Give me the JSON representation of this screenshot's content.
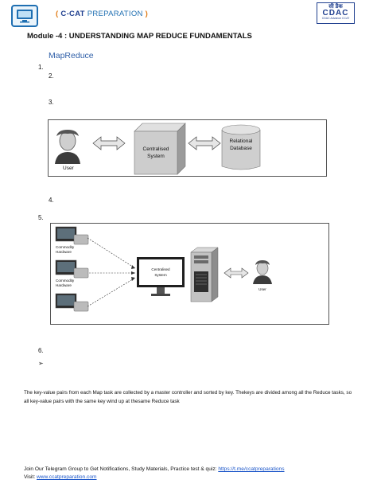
{
  "header": {
    "brand_open": "(",
    "brand_name_bold": "C-CAT",
    "brand_name_rest": "PREPARATION",
    "brand_close": ")",
    "partner_logo_hindi": "सी डैक",
    "partner_logo_text": "CDAC",
    "partner_logo_sub": "CDAC Advance CCAT"
  },
  "module_title": "Module -4 : UNDERSTANDING MAP REDUCE FUNDAMENTALS",
  "section_title": "MapReduce",
  "list_numbers": [
    "1.",
    "2.",
    "3.",
    "4.",
    "5.",
    "6."
  ],
  "diagram1": {
    "user_label": "User",
    "center_label_line1": "Centralised",
    "center_label_line2": "System",
    "db_label_line1": "Relational",
    "db_label_line2": "Database"
  },
  "diagram2": {
    "commodity_label_line1": "Commodity",
    "commodity_label_line2": "Hardware",
    "center_label_line1": "Centralised",
    "center_label_line2": "System",
    "user_label": "User"
  },
  "bullet_symbol": "➢",
  "paragraph": "The key-value pairs from each Map task are collected by a master controller and sorted by key. Thekeys are divided among all the Reduce tasks, so all key-value pairs with the same key wind up at thesame Reduce task",
  "footer": {
    "line1_text": "Join Our Telegram Group to Get Notifications, Study Materials, Practice test & quiz: ",
    "line1_link": "https://t.me/ccatpreparations",
    "line2_text": "Visit: ",
    "line2_link": "www.ccatpreparation.com"
  },
  "colors": {
    "brand_orange": "#e07b14",
    "brand_navy": "#1f3f8f",
    "section_blue": "#2f5fa8",
    "link_blue": "#1a55c9"
  }
}
